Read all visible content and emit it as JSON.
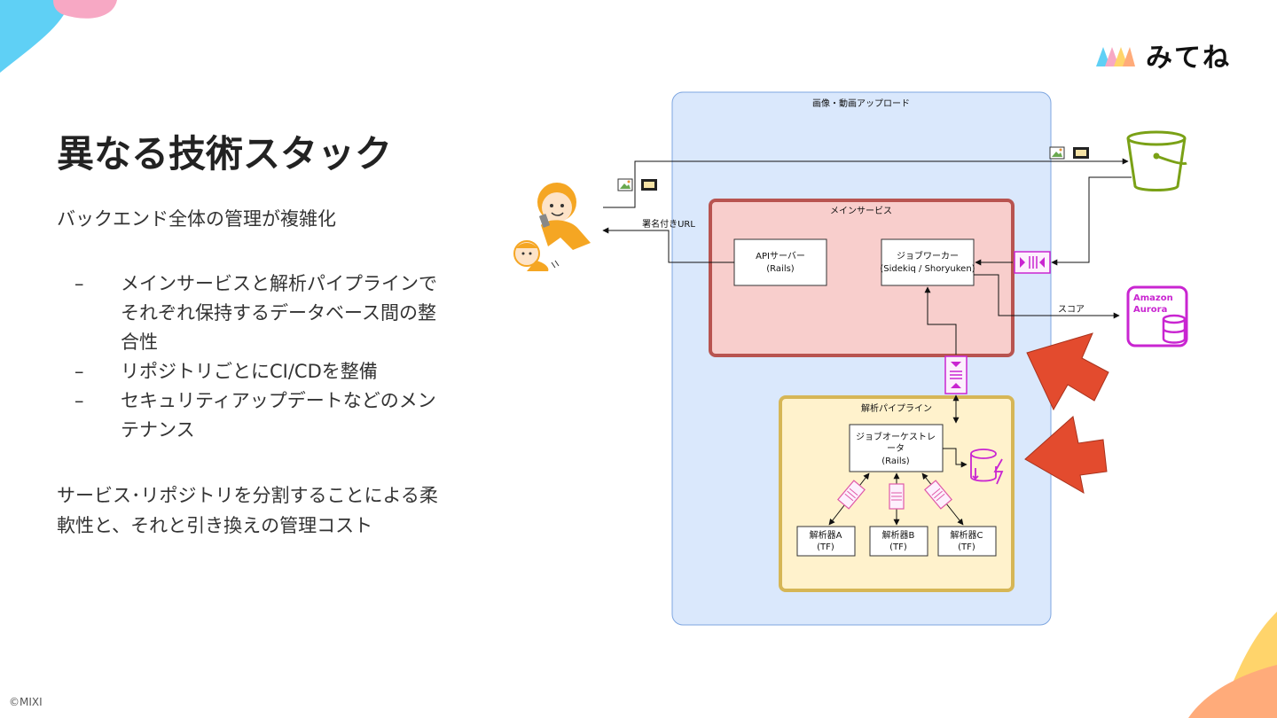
{
  "slide": {
    "title": "異なる技術スタック",
    "subtitle": "バックエンド全体の管理が複雑化",
    "bullets": [
      {
        "dash": "–",
        "text": "メインサービスと解析パイプラインでそれぞれ保持するデータベース間の整合性"
      },
      {
        "dash": "–",
        "text": "リポジトリごとにCI/CDを整備"
      },
      {
        "dash": "–",
        "text": "セキュリティアップデートなどのメンテナンス"
      }
    ],
    "conclusion": "サービス･リポジトリを分割することによる柔軟性と、それと引き換えの管理コスト",
    "copyright": "©MIXI"
  },
  "logo": {
    "text": "みてね"
  },
  "diagram": {
    "outer_group_label": "画像・動画アップロード",
    "main_service_label": "メインサービス",
    "api_server": {
      "line1": "APIサーバー",
      "line2": "(Rails)"
    },
    "job_worker": {
      "line1": "ジョブワーカー",
      "line2": "(Sidekiq / Shoryuken)"
    },
    "pipeline_label": "解析パイプライン",
    "orchestrator": {
      "line1": "ジョブオーケストレ",
      "line2": "ータ",
      "line3": "(Rails)"
    },
    "analyzers": [
      {
        "line1": "解析器A",
        "line2": "(TF)"
      },
      {
        "line1": "解析器B",
        "line2": "(TF)"
      },
      {
        "line1": "解析器C",
        "line2": "(TF)"
      }
    ],
    "signed_url_label": "署名付きURL",
    "score_label": "スコア",
    "aurora": {
      "line1": "Amazon",
      "line2": "Aurora"
    }
  },
  "colors": {
    "outer_fill": "#dae8fc",
    "outer_stroke": "#7ea6e0",
    "main_fill": "#f8cecc",
    "main_stroke": "#b85450",
    "pipeline_fill": "#fff2cc",
    "pipeline_stroke": "#d6b656",
    "queue_magenta": "#c925d1",
    "s3_green": "#7aa116",
    "arrow_red": "#e34b2e"
  },
  "icons": [
    "image-icon",
    "video-icon",
    "s3-bucket-icon",
    "queue-icon",
    "aurora-db-icon",
    "elasticache-icon",
    "user-illustration",
    "baby-illustration"
  ]
}
